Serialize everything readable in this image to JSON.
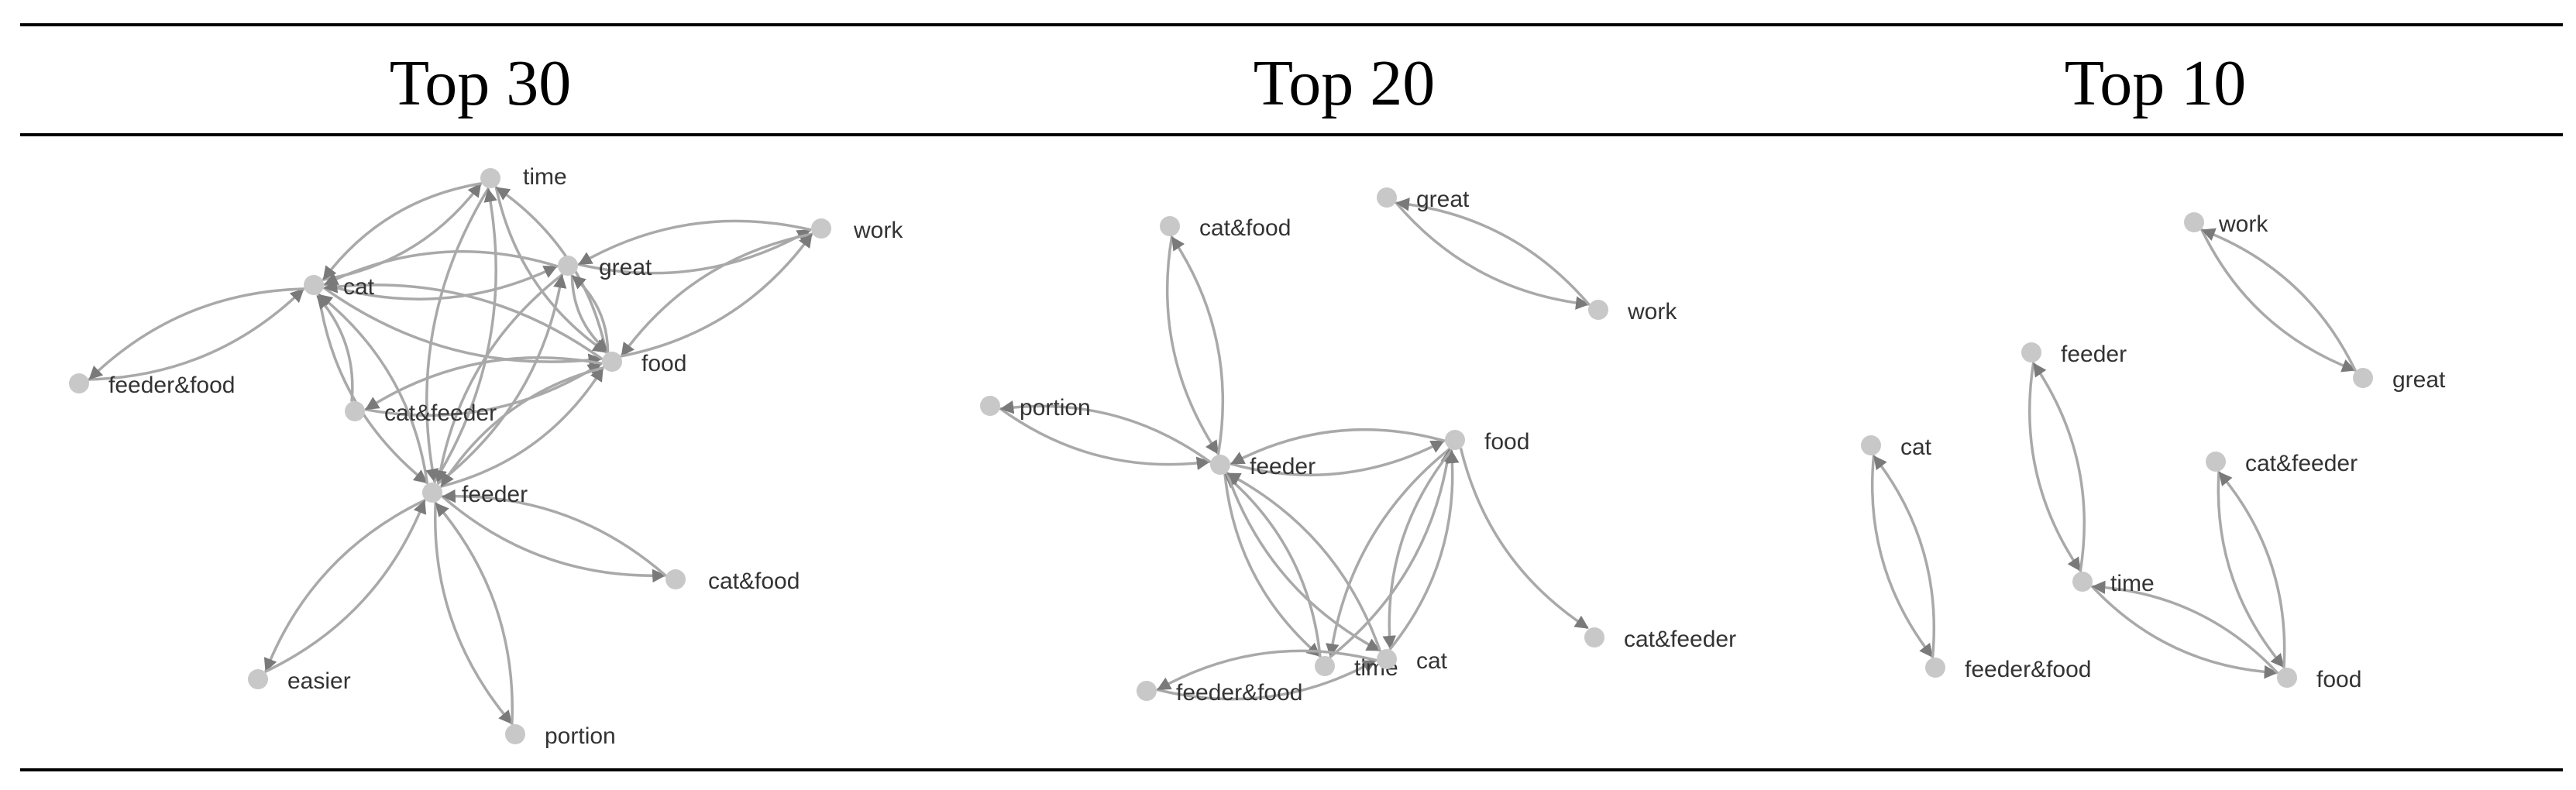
{
  "colors": {
    "edge": "#a9a9a9",
    "arrow": "#7a7a7a",
    "node": "#c8c8c8",
    "label": "#333333",
    "rule": "#000000"
  },
  "panels": [
    {
      "title": "Top 30",
      "nodes": [
        "time",
        "cat",
        "great",
        "work",
        "feeder&food",
        "food",
        "cat&feeder",
        "feeder",
        "cat&food",
        "easier",
        "portion"
      ],
      "edges": [
        [
          "cat",
          "time"
        ],
        [
          "time",
          "cat"
        ],
        [
          "cat",
          "great"
        ],
        [
          "great",
          "cat"
        ],
        [
          "cat",
          "food"
        ],
        [
          "food",
          "cat"
        ],
        [
          "cat",
          "feeder"
        ],
        [
          "feeder",
          "cat"
        ],
        [
          "feeder&food",
          "cat"
        ],
        [
          "cat",
          "feeder&food"
        ],
        [
          "time",
          "food"
        ],
        [
          "food",
          "time"
        ],
        [
          "time",
          "feeder"
        ],
        [
          "feeder",
          "time"
        ],
        [
          "great",
          "work"
        ],
        [
          "work",
          "great"
        ],
        [
          "work",
          "food"
        ],
        [
          "food",
          "work"
        ],
        [
          "great",
          "food"
        ],
        [
          "food",
          "great"
        ],
        [
          "great",
          "feeder"
        ],
        [
          "feeder",
          "great"
        ],
        [
          "cat&feeder",
          "cat"
        ],
        [
          "cat&feeder",
          "food"
        ],
        [
          "food",
          "cat&feeder"
        ],
        [
          "feeder",
          "food"
        ],
        [
          "food",
          "feeder"
        ],
        [
          "feeder",
          "cat&food"
        ],
        [
          "cat&food",
          "feeder"
        ],
        [
          "feeder",
          "easier"
        ],
        [
          "easier",
          "feeder"
        ],
        [
          "feeder",
          "portion"
        ],
        [
          "portion",
          "feeder"
        ]
      ]
    },
    {
      "title": "Top 20",
      "nodes": [
        "cat&food",
        "great",
        "work",
        "portion",
        "feeder",
        "food",
        "cat&feeder",
        "feeder&food",
        "time",
        "cat"
      ],
      "edges": [
        [
          "cat&food",
          "feeder"
        ],
        [
          "feeder",
          "cat&food"
        ],
        [
          "great",
          "work"
        ],
        [
          "work",
          "great"
        ],
        [
          "portion",
          "feeder"
        ],
        [
          "feeder",
          "portion"
        ],
        [
          "feeder",
          "food"
        ],
        [
          "food",
          "feeder"
        ],
        [
          "feeder",
          "time"
        ],
        [
          "time",
          "feeder"
        ],
        [
          "feeder",
          "cat"
        ],
        [
          "cat",
          "feeder"
        ],
        [
          "food",
          "cat&feeder"
        ],
        [
          "food",
          "time"
        ],
        [
          "time",
          "food"
        ],
        [
          "food",
          "cat"
        ],
        [
          "cat",
          "food"
        ],
        [
          "feeder&food",
          "cat"
        ],
        [
          "cat",
          "feeder&food"
        ]
      ]
    },
    {
      "title": "Top 10",
      "nodes": [
        "work",
        "great",
        "feeder",
        "cat",
        "cat&feeder",
        "time",
        "feeder&food",
        "food"
      ],
      "edges": [
        [
          "work",
          "great"
        ],
        [
          "great",
          "work"
        ],
        [
          "feeder",
          "time"
        ],
        [
          "time",
          "feeder"
        ],
        [
          "cat",
          "feeder&food"
        ],
        [
          "feeder&food",
          "cat"
        ],
        [
          "cat&feeder",
          "food"
        ],
        [
          "food",
          "cat&feeder"
        ],
        [
          "time",
          "food"
        ],
        [
          "food",
          "time"
        ]
      ]
    }
  ]
}
